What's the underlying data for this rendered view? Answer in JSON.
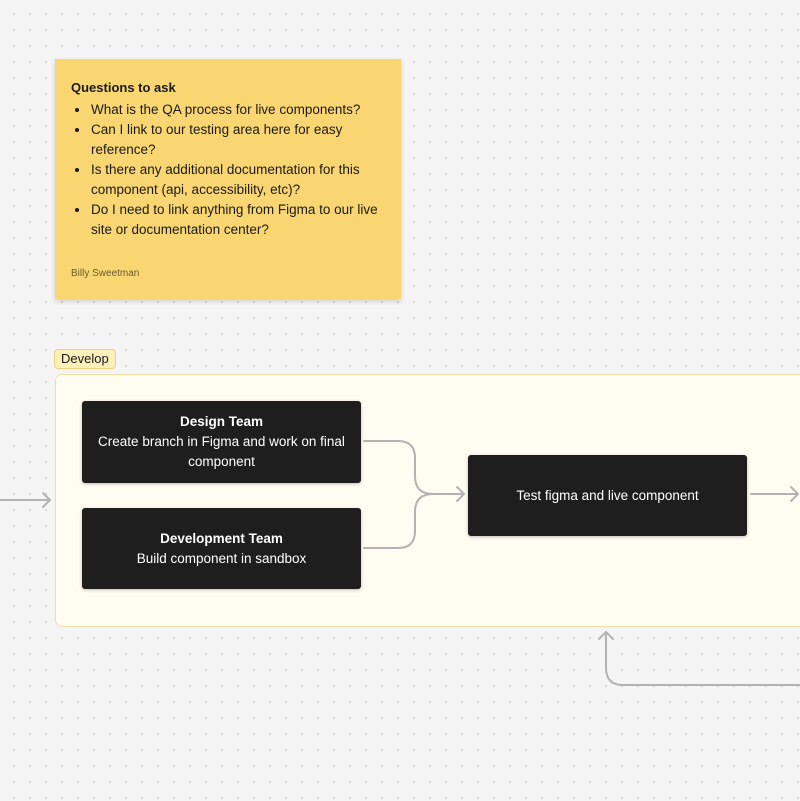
{
  "sticky_note": {
    "title": "Questions to ask",
    "items": [
      "What is the QA process for live components?",
      "Can I link to our testing area here for easy reference?",
      "Is there any additional documentation for this component (api, accessibility, etc)?",
      "Do I need to link anything from Figma to our live site or documentation center?"
    ],
    "author": "Billy Sweetman",
    "color": "#f9d672"
  },
  "section": {
    "label": "Develop",
    "fill": "#fffcf2",
    "border": "#f3dfa3"
  },
  "nodes": {
    "design_team": {
      "title": "Design Team",
      "body": "Create branch in Figma and work on final component"
    },
    "development_team": {
      "title": "Development Team",
      "body": "Build component in sandbox"
    },
    "test": {
      "body": "Test figma and live component"
    }
  },
  "colors": {
    "canvas": "#f5f5f5",
    "node_fill": "#1e1e1e",
    "node_text": "#ffffff",
    "connector": "#b3b3b3"
  }
}
